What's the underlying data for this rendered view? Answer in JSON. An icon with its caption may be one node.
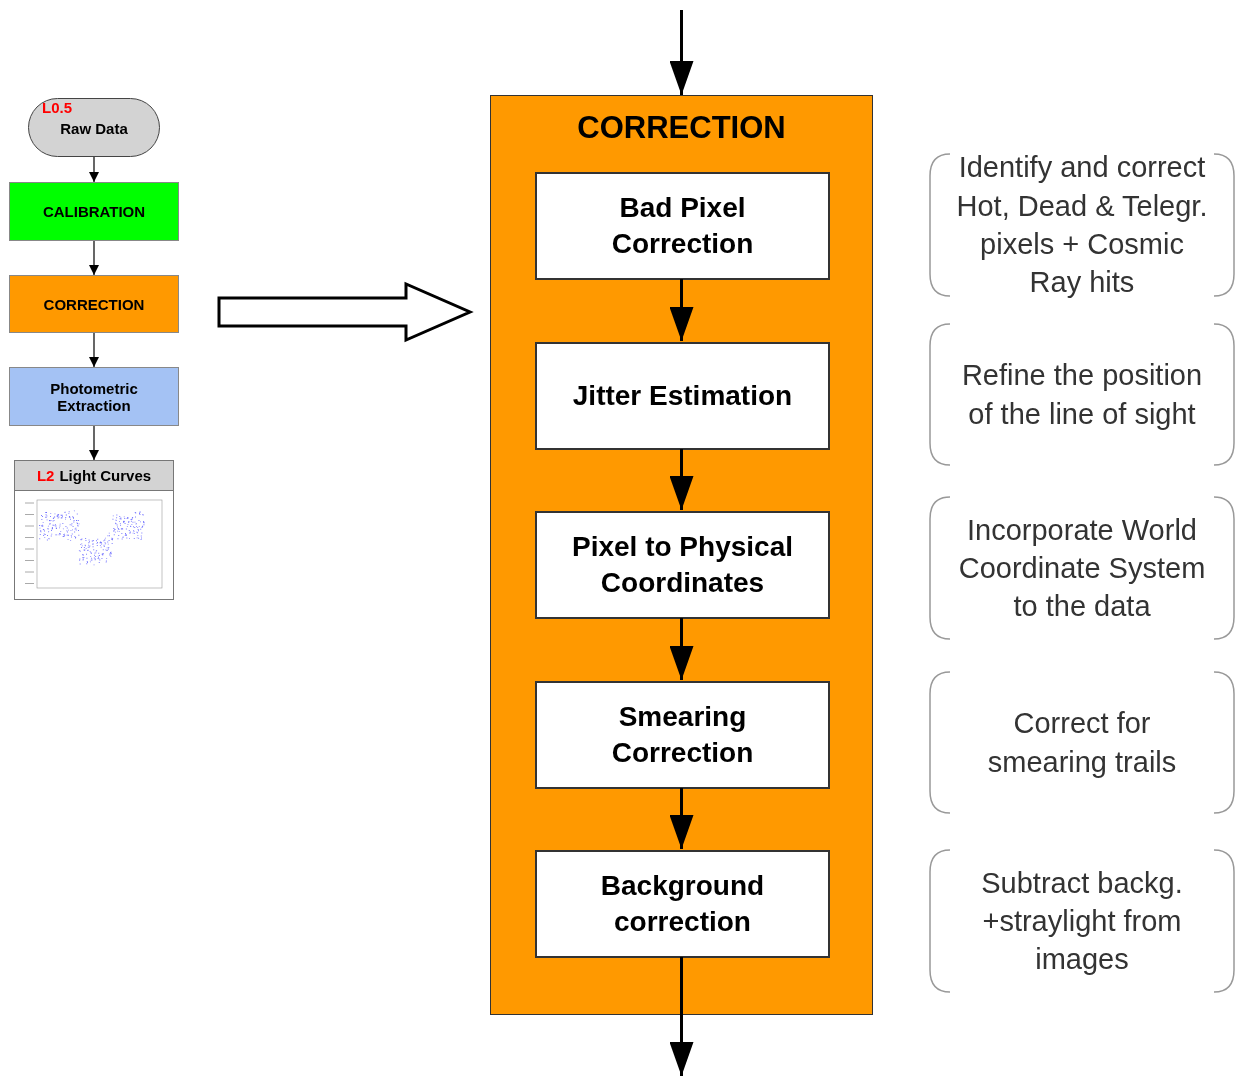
{
  "diagram": {
    "nodes": [
      {
        "text": [
          "L0.5",
          "Raw Data"
        ]
      },
      {
        "text": [
          "CALIBRATION"
        ]
      },
      {
        "text": [
          "CORRECTION"
        ]
      },
      {
        "text": [
          "Photometric Extraction"
        ]
      },
      {
        "text": [
          "L2",
          "Light Curves"
        ]
      },
      {
        "text": [
          "CORRECTION"
        ]
      },
      {
        "text": [
          "Bad Pixel Correction"
        ],
        "in": 5
      },
      {
        "text": [
          "Jitter Estimation"
        ],
        "in": 5
      },
      {
        "text": [
          "Pixel to Physical Coordinates"
        ],
        "in": 5
      },
      {
        "text": [
          "Smearing Correction"
        ],
        "in": 5
      },
      {
        "text": [
          "Background correction"
        ],
        "in": 5
      },
      {
        "text": [
          "Identify and correct Hot, Dead & Telegr. pixels + Cosmic Ray hits"
        ]
      },
      {
        "text": [
          "Refine the position of the line of sight"
        ]
      },
      {
        "text": [
          "Incorporate World Coordinate System to the data"
        ]
      },
      {
        "text": [
          "Correct for smearing trails"
        ]
      },
      {
        "text": [
          "Subtract backg. +straylight from images"
        ]
      }
    ],
    "edges": [
      {
        "from": 0,
        "to": 1,
        "arrow": "to"
      },
      {
        "from": 1,
        "to": 2,
        "arrow": "to"
      },
      {
        "from": 2,
        "to": 3,
        "arrow": "to"
      },
      {
        "from": 3,
        "to": 4,
        "arrow": "to"
      },
      {
        "from": 2,
        "to": 5,
        "arrow": "to",
        "style": "thick"
      },
      {
        "from": null,
        "to": 5,
        "arrow": "to"
      },
      {
        "from": 6,
        "to": 7,
        "arrow": "to"
      },
      {
        "from": 7,
        "to": 8,
        "arrow": "to"
      },
      {
        "from": 8,
        "to": 9,
        "arrow": "to"
      },
      {
        "from": 9,
        "to": 10,
        "arrow": "to"
      },
      {
        "from": 10,
        "to": null,
        "arrow": "to"
      }
    ]
  }
}
